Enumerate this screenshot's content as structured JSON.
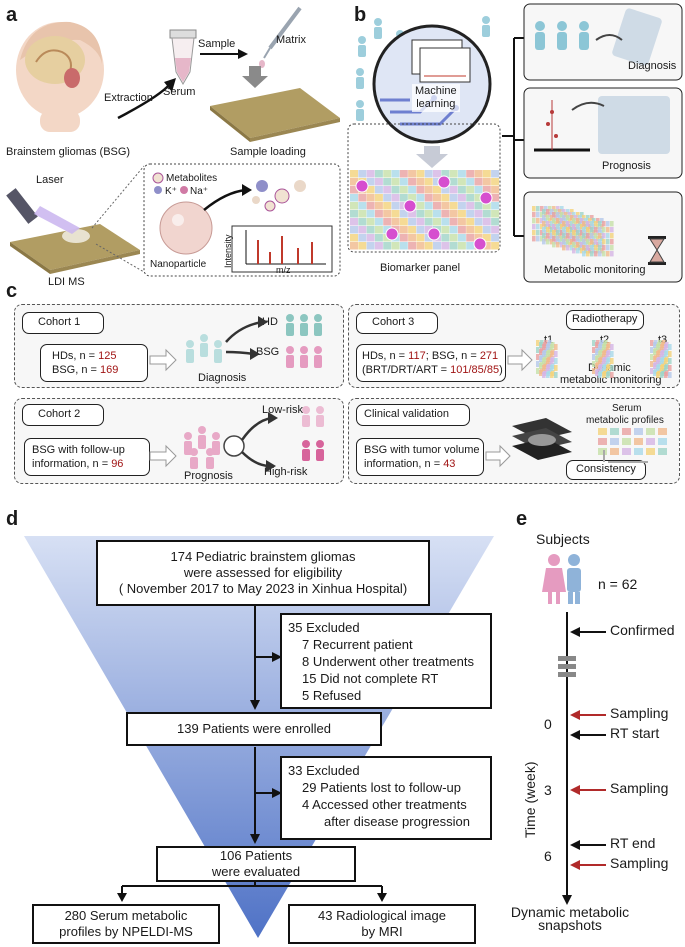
{
  "panels": {
    "a": "a",
    "b": "b",
    "c": "c",
    "d": "d",
    "e": "e"
  },
  "a": {
    "bsg_label": "Brainstem gliomas (BSG)",
    "extraction": "Extraction",
    "serum": "Serum",
    "sample": "Sample",
    "matrix": "Matrix",
    "sample_loading": "Sample loading",
    "laser": "Laser",
    "ldi_ms": "LDI MS",
    "metabolites": "Metabolites",
    "k_ion": "K⁺",
    "na_ion": "Na⁺",
    "nanoparticle": "Nanoparticle",
    "intensity": "Intensity",
    "mz": "m/z"
  },
  "b": {
    "machine_learning": "Machine\nlearning",
    "biomarker_panel": "Biomarker panel",
    "diagnosis": "Diagnosis",
    "prognosis": "Prognosis",
    "metabolic_monitoring": "Metabolic monitoring"
  },
  "c": {
    "cohort1": {
      "title": "Cohort 1",
      "hds": "HDs, n = ",
      "hds_n": "125",
      "bsg": "BSG, n = ",
      "bsg_n": "169",
      "hd": "HD",
      "bsg_out": "BSG",
      "footer": "Diagnosis"
    },
    "cohort2": {
      "title": "Cohort 2",
      "line1": "BSG with follow-up",
      "line2": "information, n = ",
      "n": "96",
      "low": "Low-risk",
      "high": "High-risk",
      "footer": "Prognosis"
    },
    "cohort3": {
      "title": "Cohort 3",
      "line1a": "HDs, n = ",
      "n1": "117",
      "line1b": "; BSG, n = ",
      "n2": "271",
      "line2a": "(BRT/DRT/ART = ",
      "n3": "101/85/85",
      "line2b": ")",
      "radiotherapy": "Radiotherapy",
      "t1": "t1",
      "t2": "t2",
      "t3": "t3",
      "dyn1": "Dynamic",
      "dyn2": "metabolic monitoring"
    },
    "clinical": {
      "title": "Clinical validation",
      "line1": "BSG with tumor volume",
      "line2": "information, n = ",
      "n": "43",
      "serum1": "Serum",
      "serum2": "metabolic profiles",
      "consistency": "Consistency"
    }
  },
  "d": {
    "box1": [
      "174 Pediatric brainstem gliomas",
      "were assessed for eligibility",
      "( November 2017 to May 2023 in Xinhua Hospital)"
    ],
    "excl1": [
      "35 Excluded",
      "7 Recurrent patient",
      "8 Underwent other treatments",
      "15 Did not complete RT",
      "5 Refused"
    ],
    "enrolled": "139 Patients were enrolled",
    "excl2": [
      "33 Excluded",
      "29 Patients lost to follow-up",
      "4 Accessed other treatments",
      "after disease progression"
    ],
    "evaluated": [
      "106 Patients",
      "were evaluated"
    ],
    "out1": [
      "280 Serum metabolic",
      "profiles by NPELDI-MS"
    ],
    "out2": [
      "43 Radiological image",
      "by MRI"
    ]
  },
  "e": {
    "subjects": "Subjects",
    "n": "n = 62",
    "confirmed": "Confirmed",
    "axis": "Time (week)",
    "t0": "0",
    "t3": "3",
    "t6": "6",
    "sampling": "Sampling",
    "rt_start": "RT start",
    "rt_end": "RT end",
    "footer": [
      "Dynamic metabolic",
      "snapshots"
    ]
  },
  "colors": {
    "accent_red": "#a11515",
    "triangle": "#b7c7ea",
    "triangle_dark": "#4f72c6",
    "teal": "#8cc6c0",
    "pink": "#e59bc0",
    "blue_person": "#8fb3d9"
  }
}
